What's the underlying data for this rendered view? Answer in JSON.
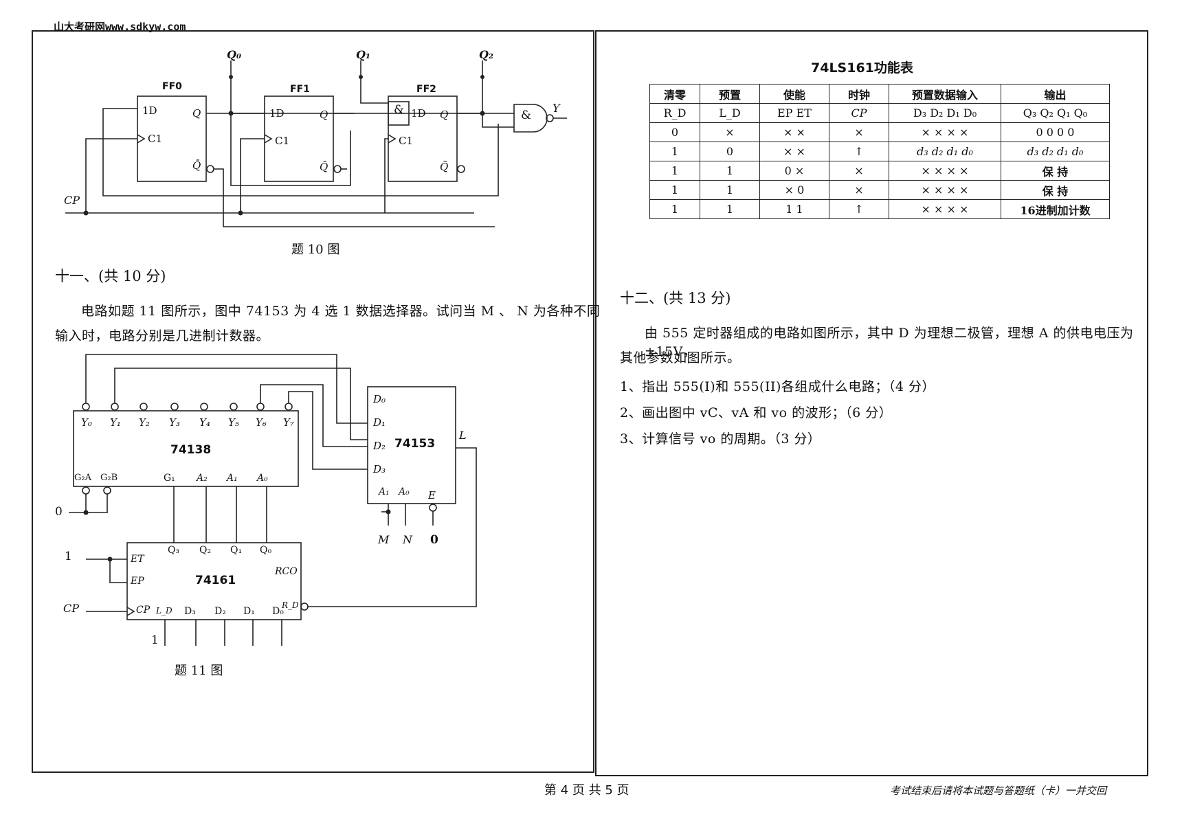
{
  "header": {
    "watermark": "山大考研网www.sdkyw.com"
  },
  "left_page": {
    "fig10": {
      "q0": "Q₀",
      "q1": "Q₁",
      "q2": "Q₂",
      "ff0": "FF0",
      "ff1": "FF1",
      "ff2": "FF2",
      "d_pin": "1D",
      "c_pin": "C1",
      "q": "Q",
      "qbar": "Q̄",
      "and": "&",
      "y": "Y",
      "cp": "CP",
      "caption": "题 10 图"
    },
    "q11": {
      "heading": "十一、(共 10 分)",
      "line1": "电路如题 11 图所示，图中 74153 为 4 选 1 数据选择器。试问当 M 、 N 为各种不同",
      "line2": "输入时，电路分别是几进制计数器。"
    },
    "fig11": {
      "chip138": "74138",
      "y_outputs": [
        "Y₀",
        "Y₁",
        "Y₂",
        "Y₃",
        "Y₄",
        "Y₅",
        "Y₆",
        "Y₇"
      ],
      "g2a": "G₂A",
      "g2b": "G₂B",
      "g1": "G₁",
      "a2": "A₂",
      "a1": "A₁",
      "a0": "A₀",
      "zero_left": "0",
      "chip153": "74153",
      "d_inputs": [
        "D₀",
        "D₁",
        "D₂",
        "D₃"
      ],
      "sel_a1": "A₁",
      "sel_a0": "A₀",
      "e": "E",
      "l": "L",
      "m": "M",
      "n": "N",
      "zero_e": "0",
      "chip161": "74161",
      "q_outputs": [
        "Q₃",
        "Q₂",
        "Q₁",
        "Q₀"
      ],
      "et": "ET",
      "ep": "EP",
      "rco": "RCO",
      "rd": "R_D",
      "cp": "CP",
      "ld": "L_D",
      "d_bottom": [
        "D₃",
        "D₂",
        "D₁",
        "D₀"
      ],
      "one_et": "1",
      "one_ld": "1",
      "cp_in": "CP",
      "caption": "题 11 图"
    }
  },
  "right_page": {
    "table_title": "74LS161功能表",
    "table": {
      "headers": [
        "清零",
        "预置",
        "使能",
        "时钟",
        "预置数据输入",
        "输出"
      ],
      "subheaders": [
        "R_D",
        "L_D",
        "EP  ET",
        "CP",
        "D₃  D₂  D₁  D₀",
        "Q₃  Q₂  Q₁  Q₀"
      ],
      "rows": [
        [
          "0",
          "×",
          "×   ×",
          "×",
          "×   ×   ×   ×",
          "0   0   0   0"
        ],
        [
          "1",
          "0",
          "×   ×",
          "↑",
          "d₃  d₂  d₁  d₀",
          "d₃  d₂  d₁  d₀"
        ],
        [
          "1",
          "1",
          "0   ×",
          "×",
          "×   ×   ×   ×",
          "保 持"
        ],
        [
          "1",
          "1",
          "×   0",
          "×",
          "×   ×   ×   ×",
          "保 持"
        ],
        [
          "1",
          "1",
          "1   1",
          "↑",
          "×   ×   ×   ×",
          "16进制加计数"
        ]
      ]
    },
    "q12": {
      "heading": "十二、(共 13 分)",
      "line1": "由 555 定时器组成的电路如图所示，其中 D 为理想二极管，理想 A 的供电电压为±15V，",
      "line2": "其他参数如图所示。",
      "item1": "1、指出 555(I)和 555(II)各组成什么电路；（4 分）",
      "item2": "2、画出图中 vC、vA 和 vo 的波形；（6 分）",
      "item3": "3、计算信号 vo 的周期。（3 分）"
    }
  },
  "footer": {
    "page": "第 4 页 共 5 页",
    "note": "考试结束后请将本试题与答题纸（卡）一并交回"
  }
}
